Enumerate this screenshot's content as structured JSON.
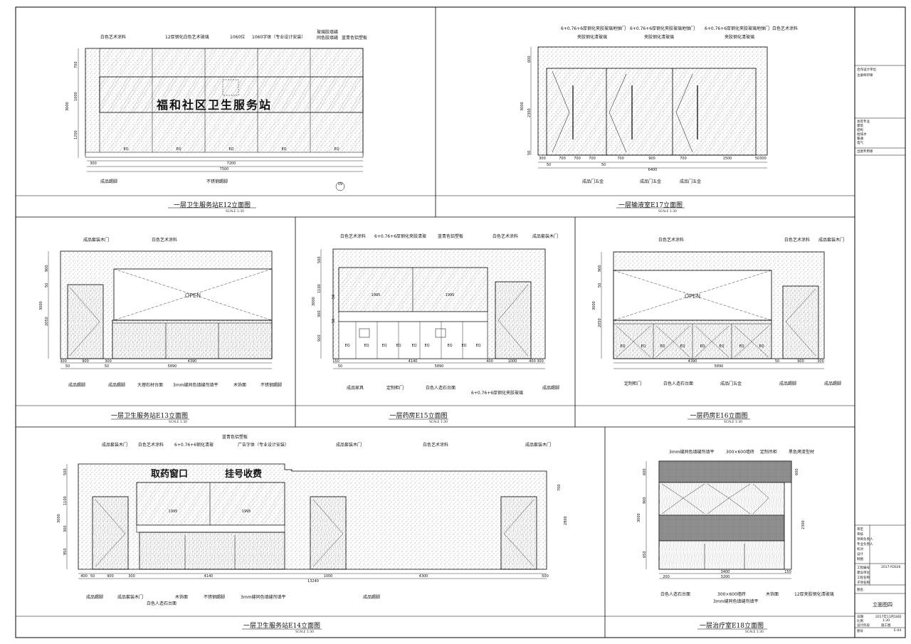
{
  "panels": {
    "e12": {
      "title": "一层卫生服务站E12立面图",
      "scale": "SCALE 1:30",
      "sign": "福和社区卫生服务站",
      "labels": [
        "白色艺术涂料",
        "12厚钢化白色艺术玻璃",
        "1060位",
        "1060字体（专业设计安装）",
        "玻璃胶填缝",
        "同色胶填缝",
        "蓝青色铝塑板",
        "成品踢脚",
        "不锈钢踢脚"
      ],
      "vdims": [
        "700",
        "1000",
        "1200",
        "3000"
      ],
      "hdims": [
        "300",
        "7200",
        "7500"
      ],
      "eq": [
        "EQ",
        "EQ",
        "EQ",
        "EQ",
        "EQ"
      ],
      "tag": "09"
    },
    "e17": {
      "title": "一层输液室E17立面图",
      "scale": "SCALE 1:30",
      "labels": [
        "6+0.76+6厚钢化夹胶玻璃地弹门",
        "6+0.76+6厚钢化夹胶玻璃地弹门",
        "6+0.76+6厚钢化夹胶玻璃地弹门",
        "白色艺术涂料",
        "夹胶钢化清玻璃",
        "夹胶钢化清玻璃",
        "夹胶钢化清玻璃",
        "成品门五金",
        "成品门五金",
        "成品门五金"
      ],
      "vdims": [
        "600",
        "2300",
        "3000",
        "50"
      ],
      "hdims": [
        "300",
        "700",
        "700",
        "700",
        "700",
        "900",
        "700",
        "1500",
        "50",
        "300",
        "50",
        "50",
        "6400"
      ]
    },
    "e13": {
      "title": "一层卫生服务站E13立面图",
      "scale": "SCALE 1:30",
      "open": "OPEN",
      "labels": [
        "成品套装木门",
        "白色艺术涂料",
        "成品踢脚",
        "成品踢脚",
        "大理石材台面",
        "3mm缝同色填缝剂填平",
        "木饰面",
        "不锈钢踢脚"
      ],
      "vdims": [
        "900",
        "50",
        "3000",
        "2050"
      ],
      "hdims": [
        "300",
        "900",
        "300",
        "4390",
        "5890",
        "50",
        "50"
      ]
    },
    "e15": {
      "title": "一层药房E15立面图",
      "scale": "SCALE 1:30",
      "labels": [
        "白色艺术涂料",
        "6+0.76+6厚钢化夹胶清玻",
        "蓝青色铝塑板",
        "白色艺术涂料",
        "成品套装木门",
        "成品家具",
        "定制柜门",
        "白色人造石台面",
        "6+0.76+6厚钢化夹胶玻璃",
        "成品踢脚"
      ],
      "vdims": [
        "500",
        "1100",
        "300",
        "920",
        "3000",
        "50",
        "50"
      ],
      "hdims": [
        "150",
        "1995",
        "1995",
        "4140",
        "5890",
        "400",
        "1000",
        "400",
        "300",
        "50"
      ],
      "eq": [
        "EQ",
        "EQ",
        "EQ",
        "EQ",
        "EQ",
        "EQ",
        "EQ",
        "EQ",
        "EQ"
      ]
    },
    "e16": {
      "title": "一层药房E16立面图",
      "scale": "SCALE 1:30",
      "open": "OPEN",
      "labels": [
        "白色艺术涂料",
        "白色艺术涂料",
        "成品套装木门",
        "定制柜门",
        "白色人造石台面",
        "成品门五金",
        "成品踢脚",
        "成品踢脚"
      ],
      "vdims": [
        "900",
        "50",
        "3000",
        "2050"
      ],
      "hdims": [
        "4390",
        "5890",
        "900",
        "300",
        "50"
      ],
      "eq": [
        "EQ",
        "EQ",
        "EQ",
        "EQ",
        "EQ",
        "EQ",
        "EQ",
        "EQ"
      ]
    },
    "e14": {
      "title": "一层卫生服务站E14立面图",
      "scale": "SCALE 1:30",
      "sign_left": "取药窗口",
      "sign_right": "挂号收费",
      "labels": [
        "蓝青色铝塑板",
        "成品套装木门",
        "白色艺术涂料",
        "6+0.76+6钢化清玻",
        "广告字体（专业设计安装）",
        "成品套装木门",
        "白色艺术涂料",
        "成品套装木门",
        "成品踢脚",
        "成品套装木门",
        "白色人造石台面",
        "木饰面",
        "不锈钢踢脚",
        "3mm缝同色填缝剂填平",
        "成品踢脚"
      ],
      "vdims": [
        "500",
        "1100",
        "3000",
        "300",
        "950",
        "700",
        "2800"
      ],
      "hdims": [
        "400",
        "50",
        "900",
        "300",
        "1995",
        "1995",
        "4140",
        "1000",
        "4300",
        "500",
        "13240"
      ]
    },
    "e18": {
      "title": "一层治疗室E18立面图",
      "scale": "SCALE 1:30",
      "labels": [
        "3mm缝同色填缝剂填平",
        "300×600墙砖",
        "定制吊柜",
        "黑色烤漆型材",
        "白色人造石台面",
        "300×600墙砖",
        "3mm缝同色填缝剂填平",
        "木饰面",
        "12厚夹胶钢化清玻璃"
      ],
      "vdims": [
        "600",
        "900",
        "3000",
        "650",
        "600",
        "2300"
      ],
      "hdims": [
        "3400",
        "200",
        "3200",
        "150"
      ]
    }
  },
  "title_block": {
    "rows_top": [
      "合作设计单位",
      "注册师印章"
    ],
    "rows_mid": [
      "会签专业",
      "建筑",
      "结构",
      "给排水",
      "暖通",
      "电气",
      "出图专用章"
    ],
    "rows_low": [
      "审定",
      "审核",
      "项目负责人",
      "专业负责人",
      "校对",
      "设计",
      "制图"
    ],
    "fields": [
      "工程编号",
      "建设单位",
      "工程名称",
      "子项名称"
    ],
    "project_no": "2017-YD026",
    "sheet_label": "图名",
    "sheet_name": "立面图四",
    "date_label": "日期",
    "date": "2017年11月18日",
    "scale_label": "比例",
    "scale": "1:30",
    "stage_label": "设计阶段",
    "stage": "施工图",
    "no_label": "图号",
    "no": "E-04"
  }
}
